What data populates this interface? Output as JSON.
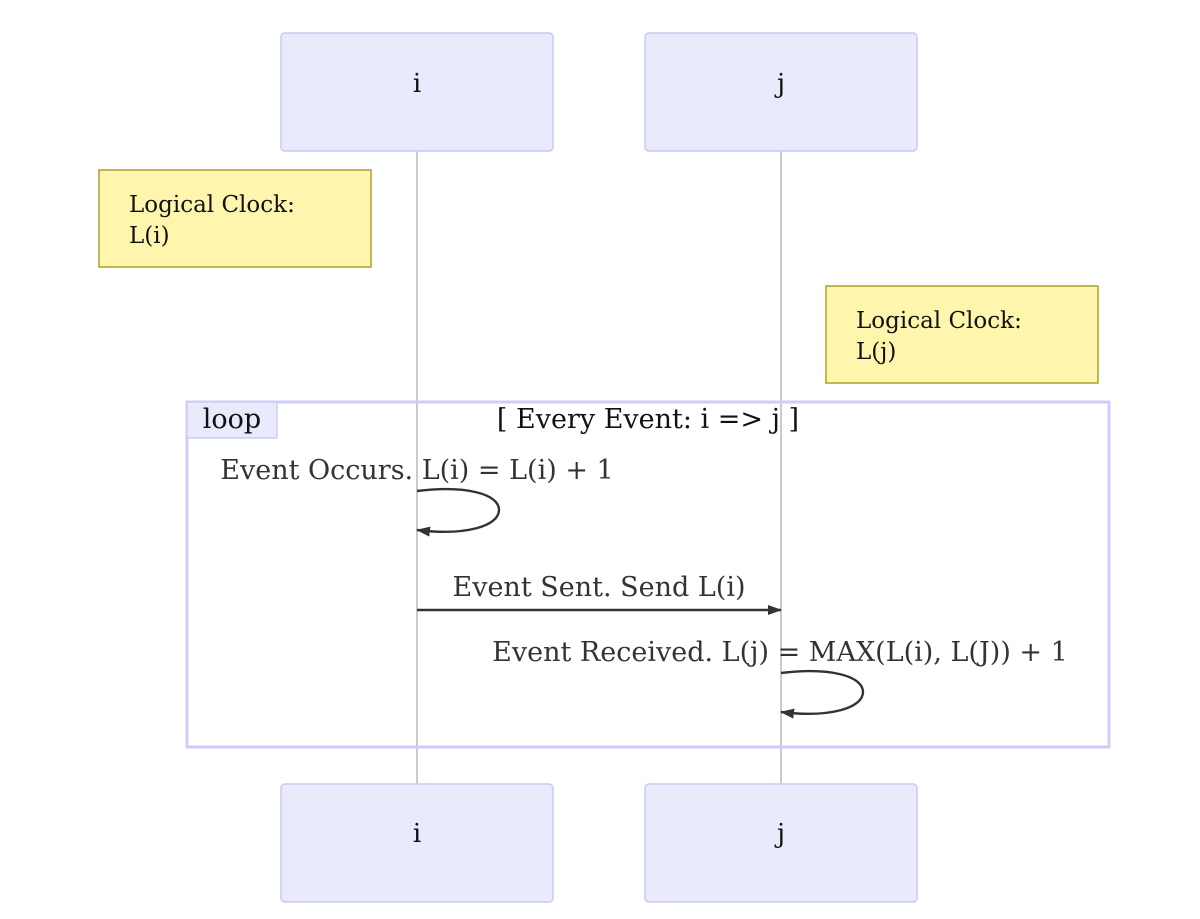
{
  "diagram": {
    "type": "sequence",
    "participants": {
      "i": {
        "label": "i"
      },
      "j": {
        "label": "j"
      }
    },
    "notes": {
      "i": {
        "line1": "Logical Clock:",
        "line2": "L(i)"
      },
      "j": {
        "line1": "Logical Clock:",
        "line2": "L(j)"
      }
    },
    "loop": {
      "label": "loop",
      "condition": "[ Every Event: i => j ]"
    },
    "messages": [
      {
        "from": "i",
        "to": "i",
        "text": "Event Occurs. L(i) = L(i) + 1"
      },
      {
        "from": "i",
        "to": "j",
        "text": "Event Sent. Send L(i)"
      },
      {
        "from": "j",
        "to": "j",
        "text": "Event Received. L(j) = MAX(L(i), L(J)) + 1"
      }
    ]
  },
  "colors": {
    "actor_fill": "#eaeafd",
    "actor_border": "#c9c9f5",
    "note_fill": "#fff5ad",
    "note_border": "#a9a329",
    "loop_border": "#cccdf8",
    "message_line": "#333333",
    "lifeline": "#a8a8a8"
  }
}
